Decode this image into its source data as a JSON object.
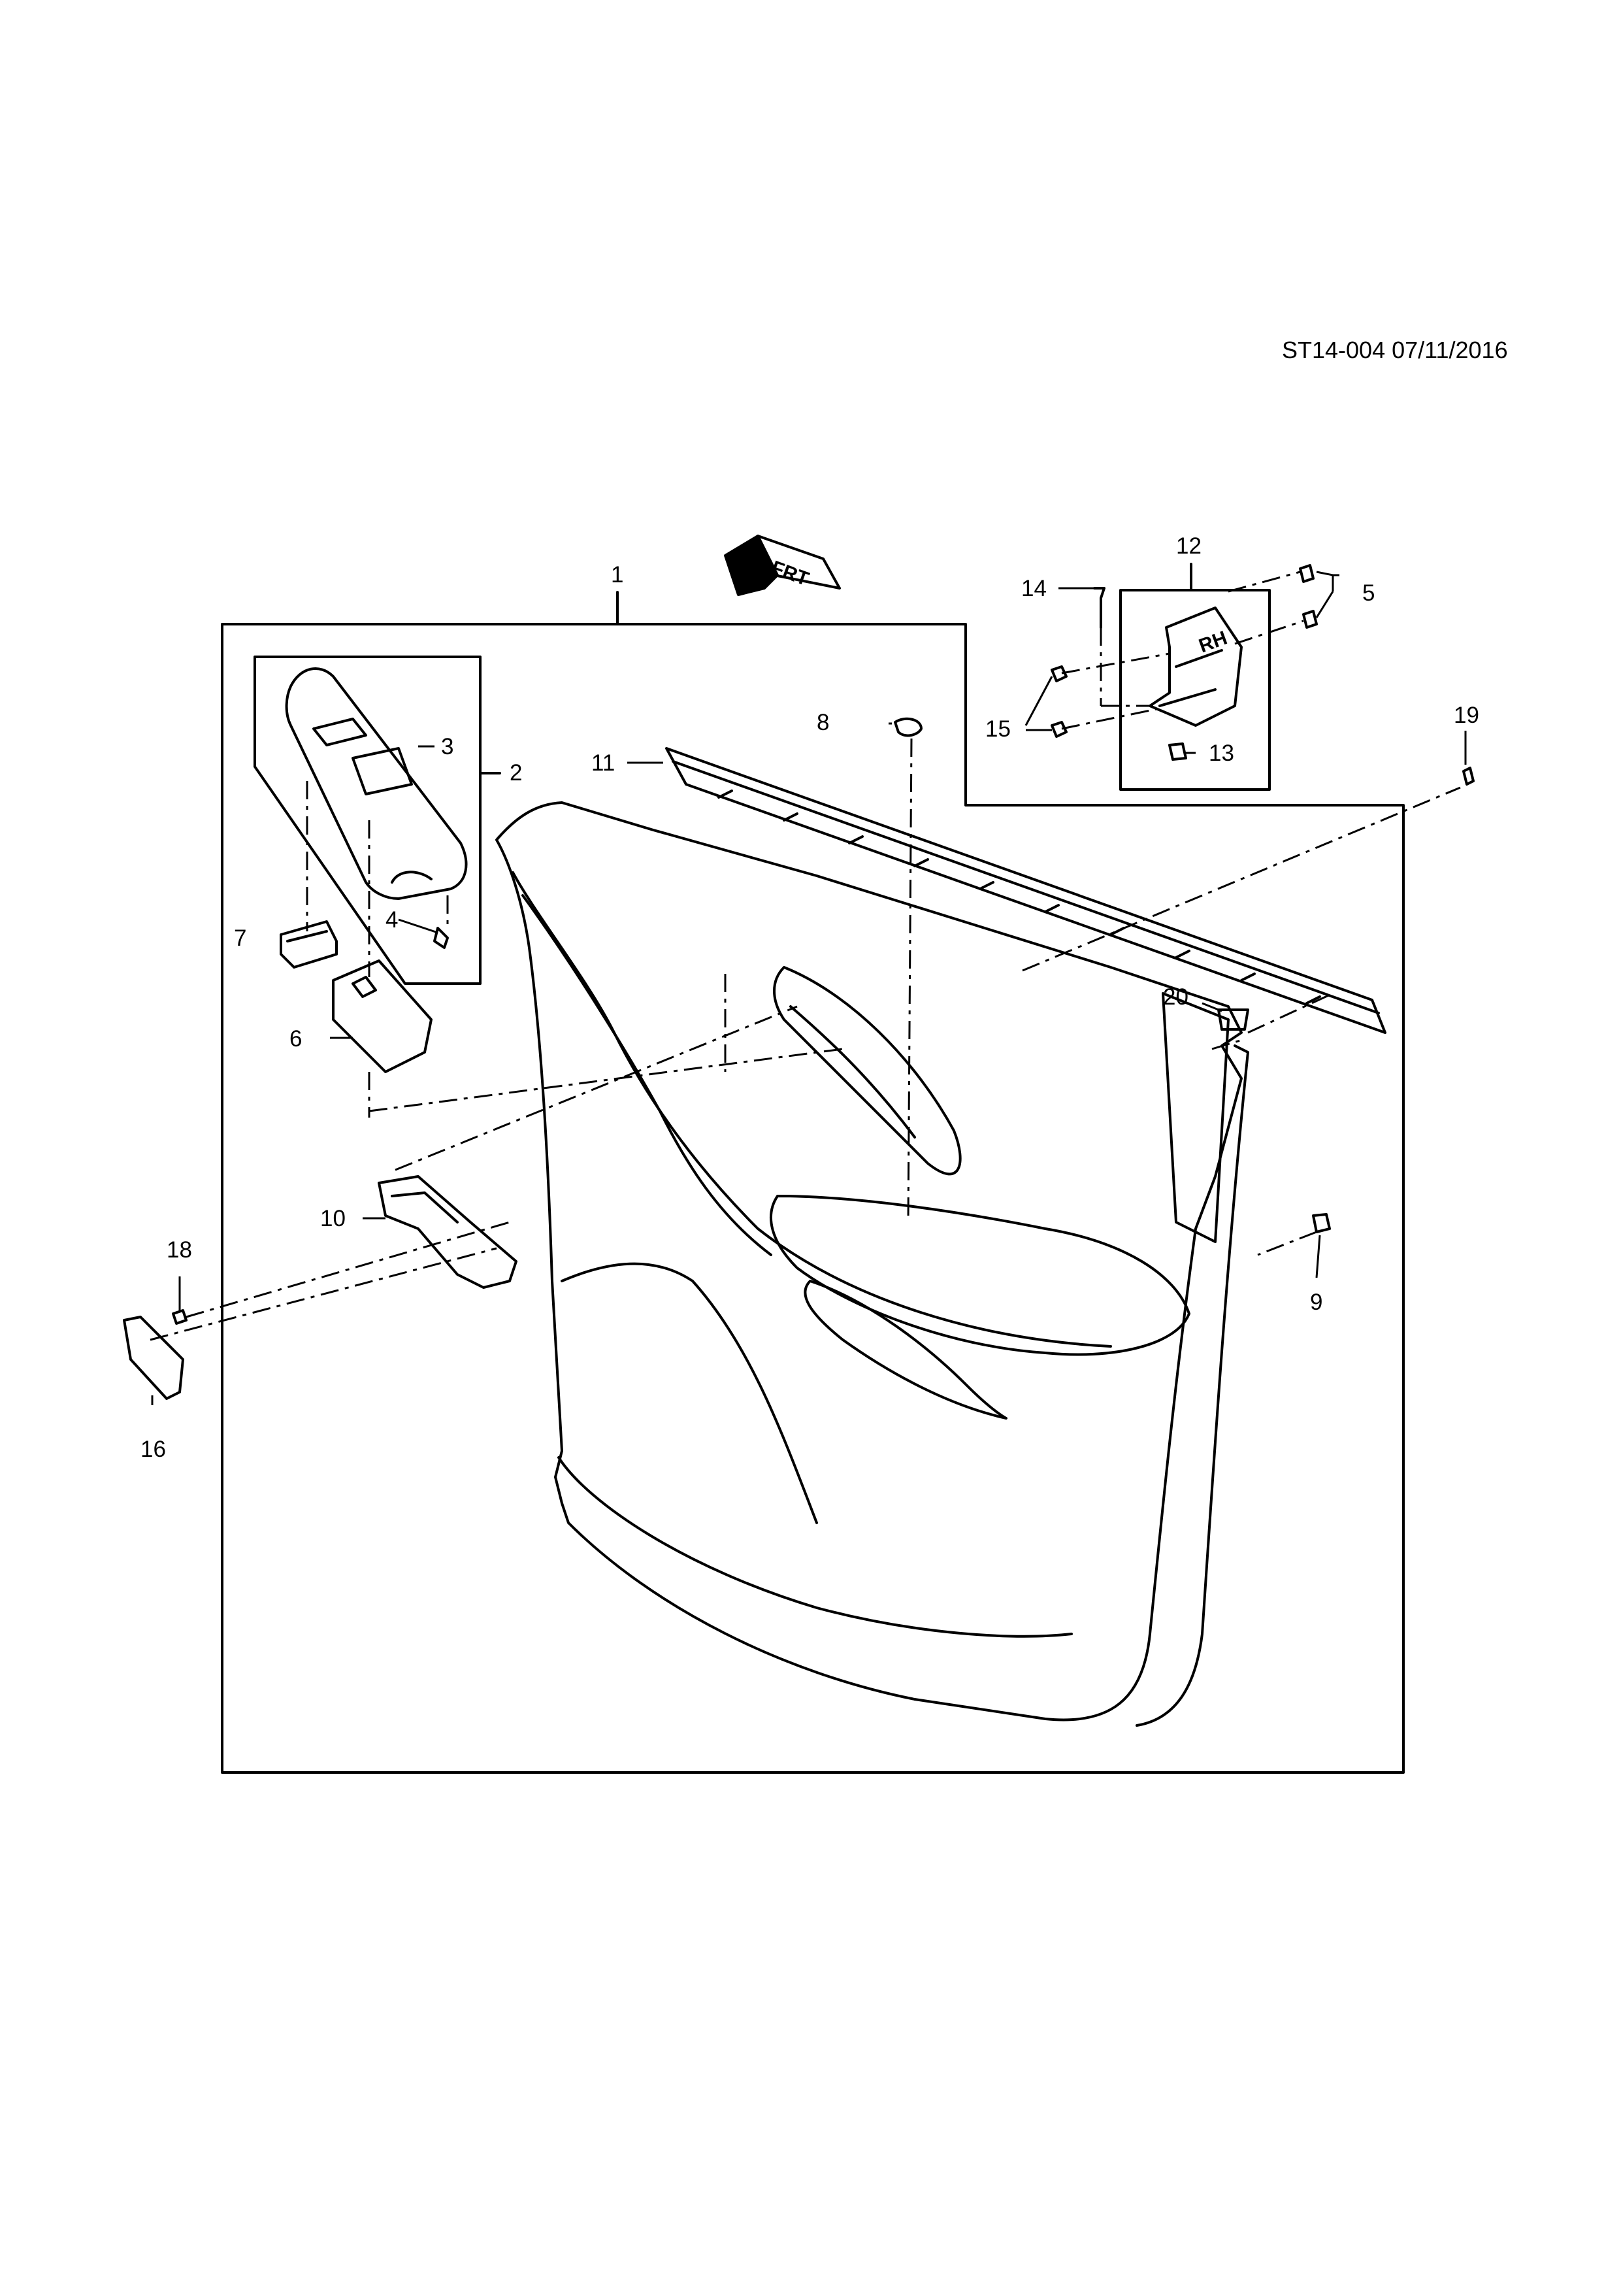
{
  "drawing_ref": "ST14-004 07/11/2016",
  "front_marker_text": "FRT",
  "bracket_side_text": "RH",
  "callouts": {
    "c1": "1",
    "c2": "2",
    "c3": "3",
    "c4": "4",
    "c5": "5",
    "c6": "6",
    "c7": "7",
    "c8": "8",
    "c9": "9",
    "c10": "10",
    "c11": "11",
    "c12": "12",
    "c13": "13",
    "c14": "14",
    "c15": "15",
    "c16": "16",
    "c18": "18",
    "c19": "19",
    "c20": "20"
  }
}
